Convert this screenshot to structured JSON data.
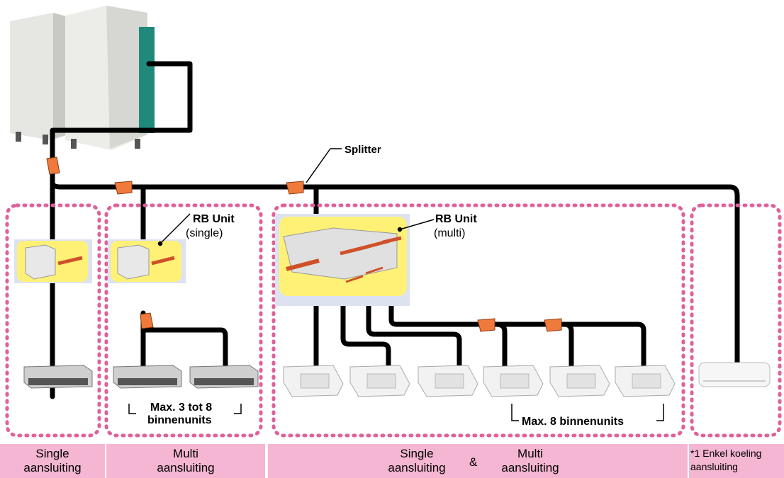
{
  "labels": {
    "splitter": "Splitter",
    "rb_unit_single_title": "RB Unit",
    "rb_unit_single_sub": "(single)",
    "rb_unit_multi_title": "RB Unit",
    "rb_unit_multi_sub": "(multi)",
    "max_multi_line1": "Max. 3 tot 8",
    "max_multi_line2": "binnenunits",
    "max_8": "Max. 8 binnenunits"
  },
  "bands": {
    "single_l1": "Single",
    "single_l2": "aansluiting",
    "multi_l1": "Multi",
    "multi_l2": "aansluiting",
    "sm_single_l1": "Single",
    "sm_single_l2": "aansluiting",
    "sm_amp": "&",
    "sm_multi_l1": "Multi",
    "sm_multi_l2": "aansluiting",
    "cool_l1": "*1 Enkel koeling",
    "cool_l2": "aansluiting"
  },
  "colors": {
    "pipe": "#000000",
    "group_border": "#e0609a",
    "band": "#f4b6d2",
    "splitter": "#f07a3c",
    "rb_highlight": "#fff176",
    "rb_panel": "#dde2f0"
  }
}
